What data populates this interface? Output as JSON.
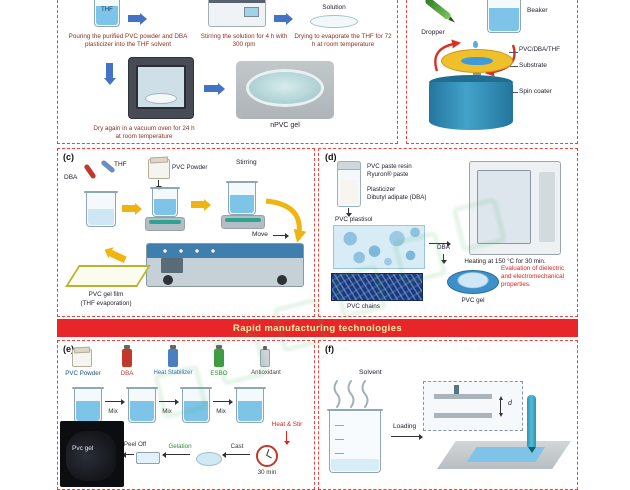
{
  "banner": {
    "label": "Rapid manufacturing technologies"
  },
  "colors": {
    "panel_border": "#e8433f",
    "banner_bg": "#e8262a",
    "banner_fg": "#ffeea6",
    "caption_maroon": "#8a3026",
    "arrow_blue": "#4472c4",
    "arrow_yellow": "#f0b410",
    "red_text": "#e02020",
    "liquid_blue": "#7ec3e8"
  },
  "panel_a": {
    "beaker_label": "THF",
    "solution_label": "Solution",
    "step1_caption": "Pouring the purified PVC powder and DBA plasticizer into the THF solvent",
    "step2_caption": "Stirring the solution for 4 h with 300 rpm",
    "step3_caption": "Drying to evaporate the THF for 72 h at room temperature",
    "oven_caption": "Dry again in a vacuum oven for 24 h at room temperature",
    "result_label": "nPVC gel"
  },
  "panel_b": {
    "dropper_label": "Dropper",
    "beaker_label": "Beaker",
    "solution_label": "PVC/DBA/THF",
    "substrate_label": "Substrate",
    "spincoater_label": "Spin coater"
  },
  "panel_c": {
    "tag": "(c)",
    "dba_label": "DBA",
    "thf_label": "THF",
    "powder_label": "PVC Powder",
    "stirring_label": "Stirring",
    "move_label": "Move",
    "film_line1": "PVC gel film",
    "film_line2": "(THF evaporation)"
  },
  "panel_d": {
    "tag": "(d)",
    "resin_line1": "PVC paste resin",
    "resin_line2": "Ryuron® paste",
    "plasticizer_line1": "Plasticizer",
    "plasticizer_line2": "Dibutyl adipate (DBA)",
    "plastisol_label": "PVC plastisol",
    "heating_label": "Heating at 150 °C for 30 min.",
    "dba_label": "DBA",
    "chains_label": "PVC chains",
    "gel_label": "PVC gel",
    "evaluation_label": "Evaluation of dielectric and electromechanical properties."
  },
  "panel_e": {
    "tag": "(e)",
    "powder_label": "PVC Powder",
    "dba_label": "DBA",
    "stabilizer_label": "Heat Stabilizer",
    "esbo_label": "ESBO",
    "antioxidant_label": "Antioxidant",
    "mix1_label": "Mix",
    "mix2_label": "Mix",
    "mix3_label": "Mix",
    "heatstir_label": "Heat & Stir",
    "time_label": "30 min",
    "cast_label": "Cast",
    "gelation_label": "Gelation",
    "peel_label": "Peel Off",
    "photo_label": "Pvc gel"
  },
  "panel_f": {
    "tag": "(f)",
    "solvent_label": "Solvent",
    "loading_label": "Loading",
    "d_label": "d"
  }
}
